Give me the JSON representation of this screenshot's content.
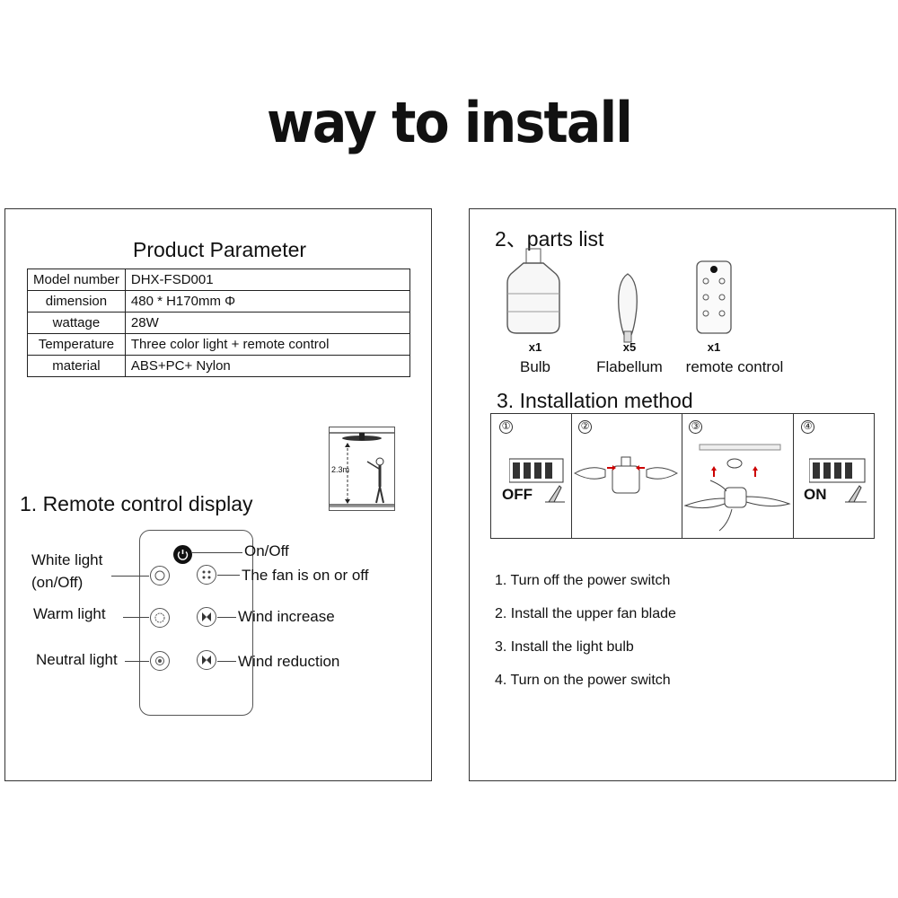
{
  "title": "way to install",
  "left_panel": {
    "param_heading": "Product Parameter",
    "params": [
      {
        "key": "Model number",
        "value": "DHX-FSD001"
      },
      {
        "key": "dimension",
        "value": "480 * H170mm Φ"
      },
      {
        "key": "wattage",
        "value": "28W"
      },
      {
        "key": "Temperature",
        "value": "Three color light + remote control"
      },
      {
        "key": "material",
        "value": "ABS+PC+ Nylon"
      }
    ],
    "height_label": "2.3m",
    "remote_heading": "1. Remote control display",
    "remote_labels": {
      "white_light_1": "White light",
      "white_light_2": "(on/Off)",
      "warm_light": "Warm light",
      "neutral_light": "Neutral light",
      "on_off": "On/Off",
      "fan_on_off": "The fan is on or off",
      "wind_increase": "Wind increase",
      "wind_reduction": "Wind reduction"
    }
  },
  "right_panel": {
    "parts_heading": "2、parts list",
    "parts": [
      {
        "qty": "x1",
        "name": "Bulb"
      },
      {
        "qty": "x5",
        "name": "Flabellum"
      },
      {
        "qty": "x1",
        "name": "remote control"
      }
    ],
    "install_heading": "3. Installation method",
    "step_numbers": [
      "①",
      "②",
      "③",
      "④"
    ],
    "step_off": "OFF",
    "step_on": "ON",
    "instructions": [
      "1. Turn off the power switch",
      "2. Install the upper fan blade",
      "3. Install the light bulb",
      "4. Turn on the power switch"
    ]
  }
}
